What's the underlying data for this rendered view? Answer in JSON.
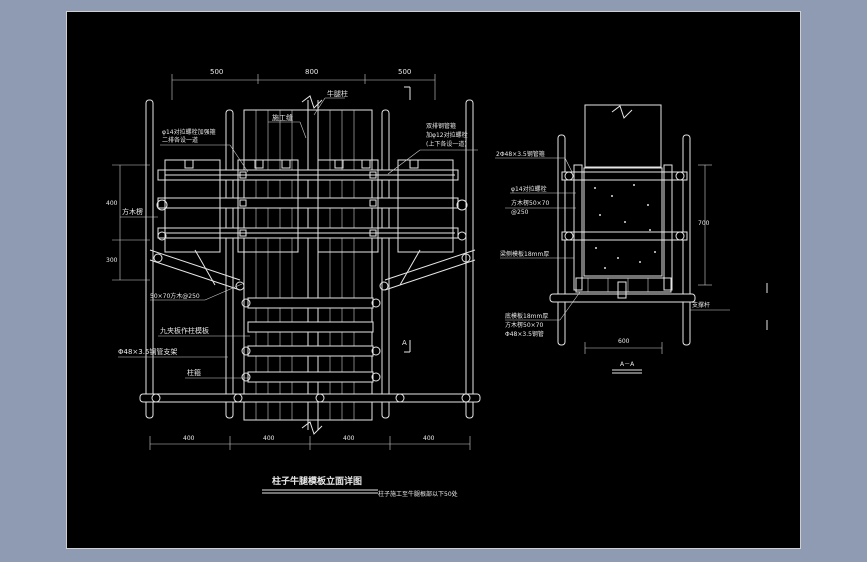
{
  "left_view": {
    "title": "柱子牛腿模板立面详图",
    "subtitle": "柱子施工至牛腿根部以下50处",
    "top_dims": [
      "500",
      "800",
      "500"
    ],
    "bottom_dims": [
      "400",
      "400",
      "400",
      "400"
    ],
    "side_dims": [
      "400",
      "300"
    ],
    "labels": {
      "corbel_column": "牛腿柱",
      "construction_joint": "施工缝",
      "bolt_left": "φ14对拉螺栓加强箍",
      "bolt_left_2": "二排各设一道",
      "bolt_right": "双排钢管箍",
      "bolt_right_2": "加φ12对拉螺栓",
      "bolt_right_3": "(上下各设一道)",
      "timber": "方木楞",
      "timber_size": "50×70方木@250",
      "plywood": "九夹板作柱模板",
      "steel_support": "Φ48×3.5钢管支架",
      "column_hoop": "柱箍",
      "section_mark": "A"
    }
  },
  "right_view": {
    "labels": {
      "steel_hoop": "2Φ48×3.5钢管箍",
      "bolt": "φ14对拉螺栓",
      "timber": "方木楞50×70",
      "timber_2": "@250",
      "beam_side_form": "梁侧模板18mm厚",
      "beam_bottom_form": "底模板18mm厚",
      "beam_bottom_timber": "方木楞50×70",
      "beam_bottom_pipe": "Φ48×3.5钢管",
      "support": "支撑杆",
      "section_title": "A－A"
    },
    "dim_height": "700",
    "dim_width": "600"
  }
}
